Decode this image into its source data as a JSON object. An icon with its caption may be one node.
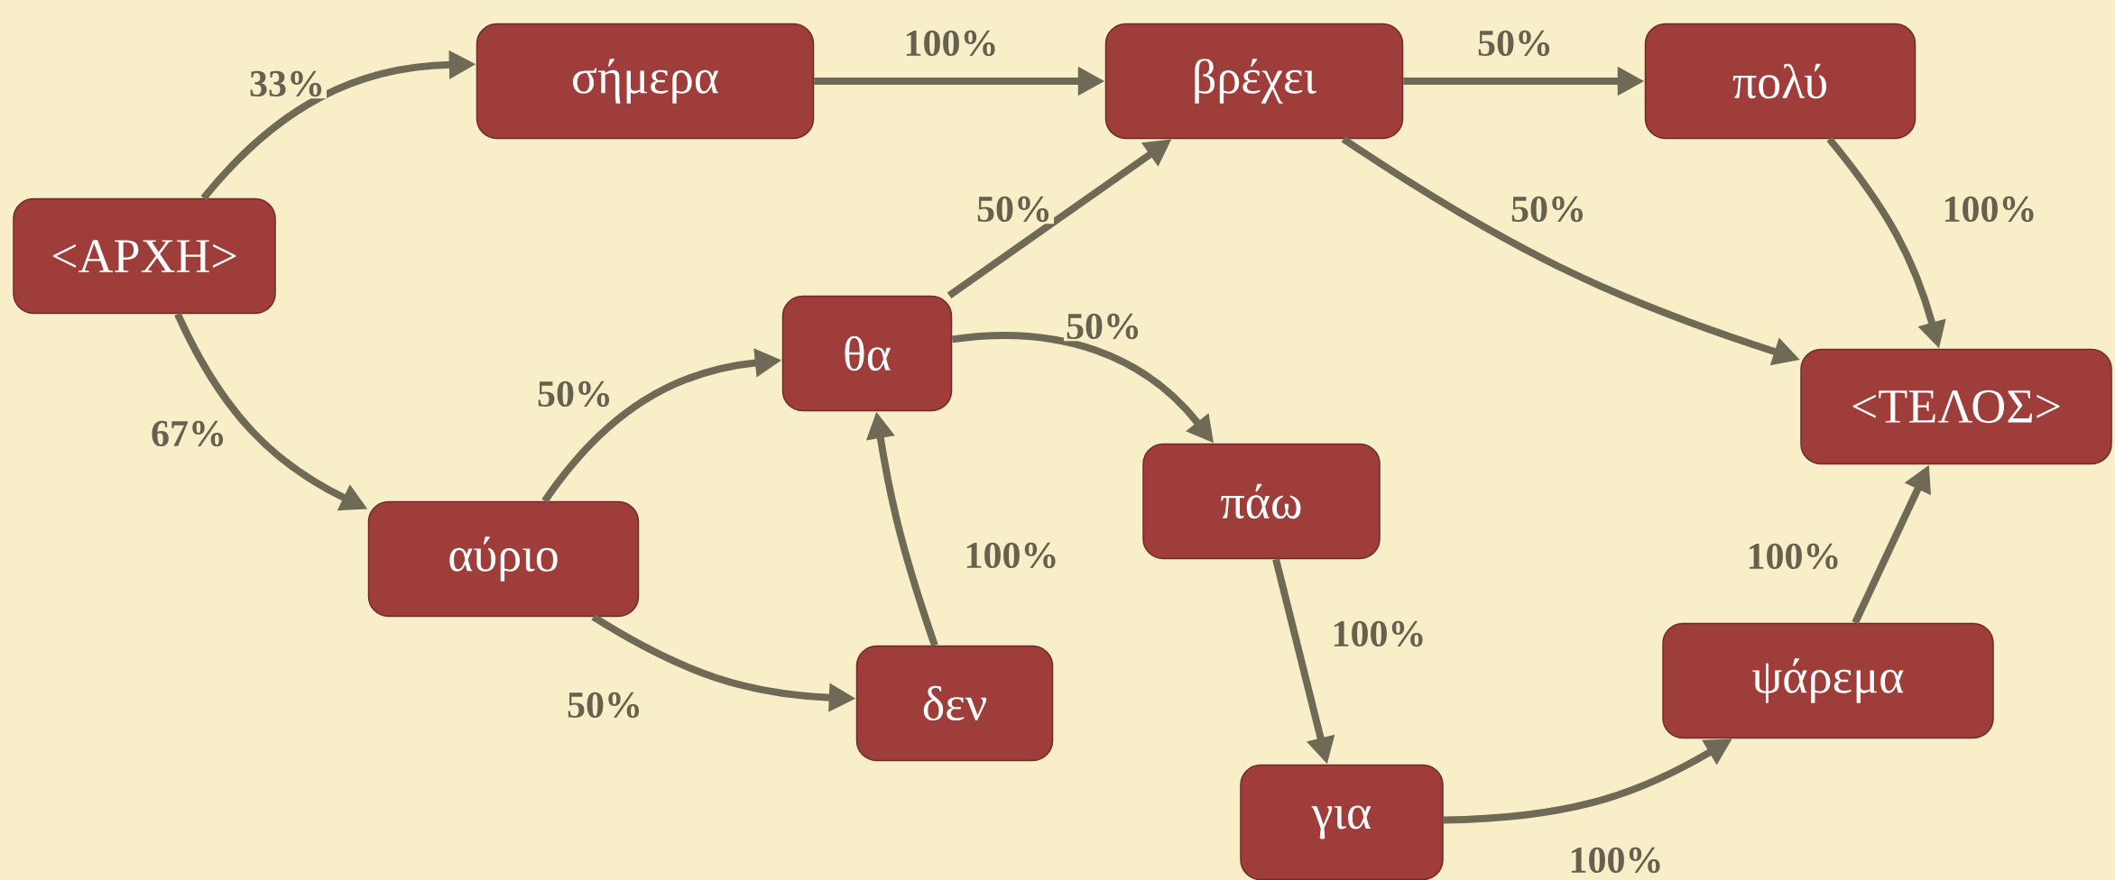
{
  "diagram": {
    "nodes": [
      {
        "text": [
          "<ΑΡΧΗ>"
        ]
      },
      {
        "text": [
          "σήμερα"
        ]
      },
      {
        "text": [
          "βρέχει"
        ]
      },
      {
        "text": [
          "πολύ"
        ]
      },
      {
        "text": [
          "θα"
        ]
      },
      {
        "text": [
          "αύριο"
        ]
      },
      {
        "text": [
          "πάω"
        ]
      },
      {
        "text": [
          "δεν"
        ]
      },
      {
        "text": [
          "<ΤΕΛΟΣ>"
        ]
      },
      {
        "text": [
          "ψάρεμα"
        ]
      },
      {
        "text": [
          "για"
        ]
      }
    ],
    "edges": [
      {
        "from": 0,
        "to": 1,
        "arrow": "to",
        "label": "33%"
      },
      {
        "from": 0,
        "to": 5,
        "arrow": "to",
        "label": "67%"
      },
      {
        "from": 1,
        "to": 2,
        "arrow": "to",
        "label": "100%"
      },
      {
        "from": 2,
        "to": 3,
        "arrow": "to",
        "label": "50%"
      },
      {
        "from": 2,
        "to": 8,
        "arrow": "to",
        "label": "50%"
      },
      {
        "from": 3,
        "to": 8,
        "arrow": "to",
        "label": "100%"
      },
      {
        "from": 4,
        "to": 2,
        "arrow": "to",
        "label": "50%"
      },
      {
        "from": 4,
        "to": 6,
        "arrow": "to",
        "label": "50%"
      },
      {
        "from": 5,
        "to": 4,
        "arrow": "to",
        "label": "50%"
      },
      {
        "from": 5,
        "to": 7,
        "arrow": "to",
        "label": "50%"
      },
      {
        "from": 7,
        "to": 4,
        "arrow": "to",
        "label": "100%"
      },
      {
        "from": 6,
        "to": 10,
        "arrow": "to",
        "label": "100%"
      },
      {
        "from": 10,
        "to": 9,
        "arrow": "to",
        "label": "100%"
      },
      {
        "from": 9,
        "to": 8,
        "arrow": "to",
        "label": "100%"
      }
    ]
  }
}
